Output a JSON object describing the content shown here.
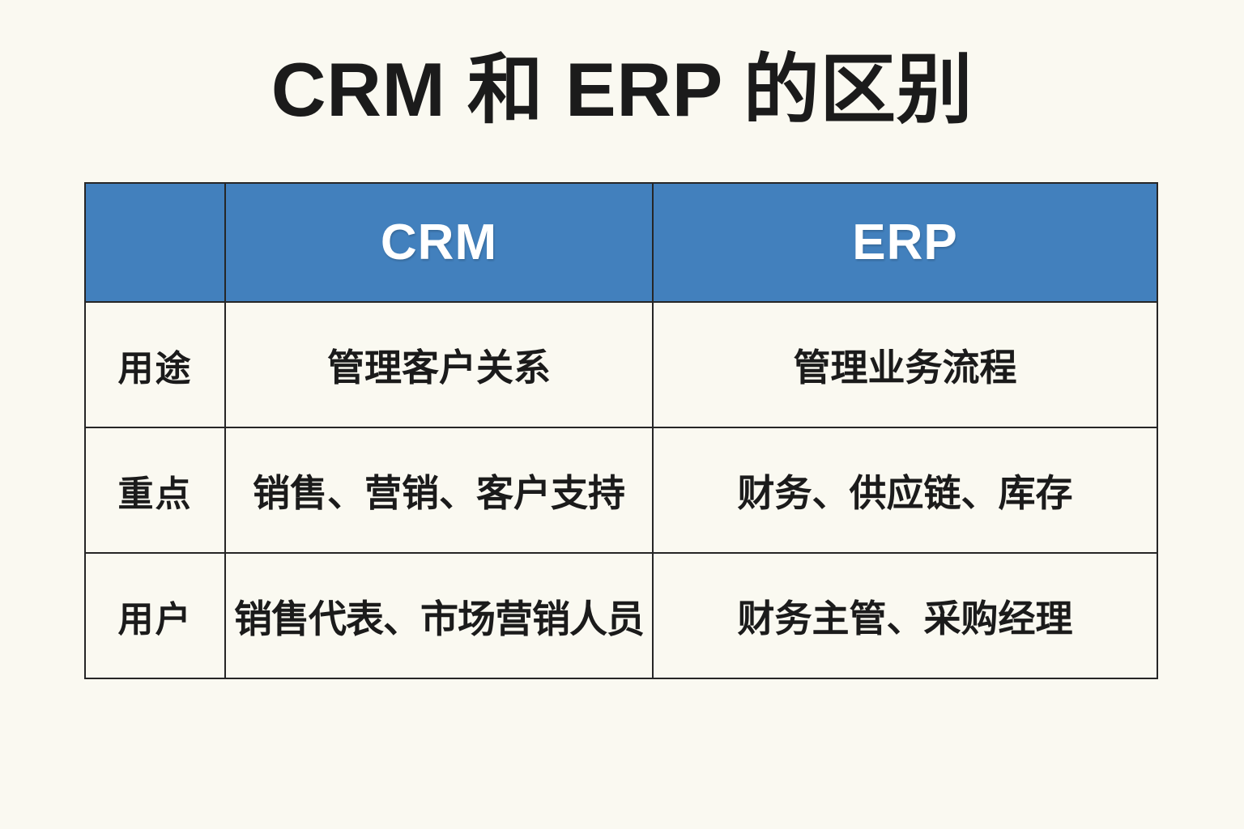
{
  "slide": {
    "title": "CRM 和 ERP 的区别",
    "background_color": "#faf9f1",
    "text_color": "#1b1b1b",
    "accent_color": "#4280bd",
    "border_color": "#262626"
  },
  "table": {
    "header": {
      "label_column": "",
      "columns": [
        "CRM",
        "ERP"
      ]
    },
    "rows": [
      {
        "label": "用途",
        "crm": "管理客户关系",
        "erp": "管理业务流程"
      },
      {
        "label": "重点",
        "crm": "销售、营销、客户支持",
        "erp": "财务、供应链、库存"
      },
      {
        "label": "用户",
        "crm": "销售代表、市场营销人员",
        "erp": "财务主管、采购经理"
      }
    ]
  }
}
